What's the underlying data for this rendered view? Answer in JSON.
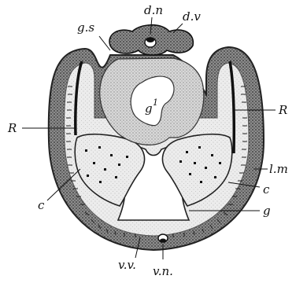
{
  "figure": {
    "labels": {
      "d_n": "d.n",
      "g_s": "g.s",
      "d_v": "d.v",
      "g1_base": "g",
      "g1_sup": "1",
      "R_left": "R",
      "R_right": "R",
      "l_m": "l.m",
      "c_right": "c",
      "c_left": "c",
      "g": "g",
      "v_v": "v.v.",
      "v_n": "v.n."
    }
  }
}
